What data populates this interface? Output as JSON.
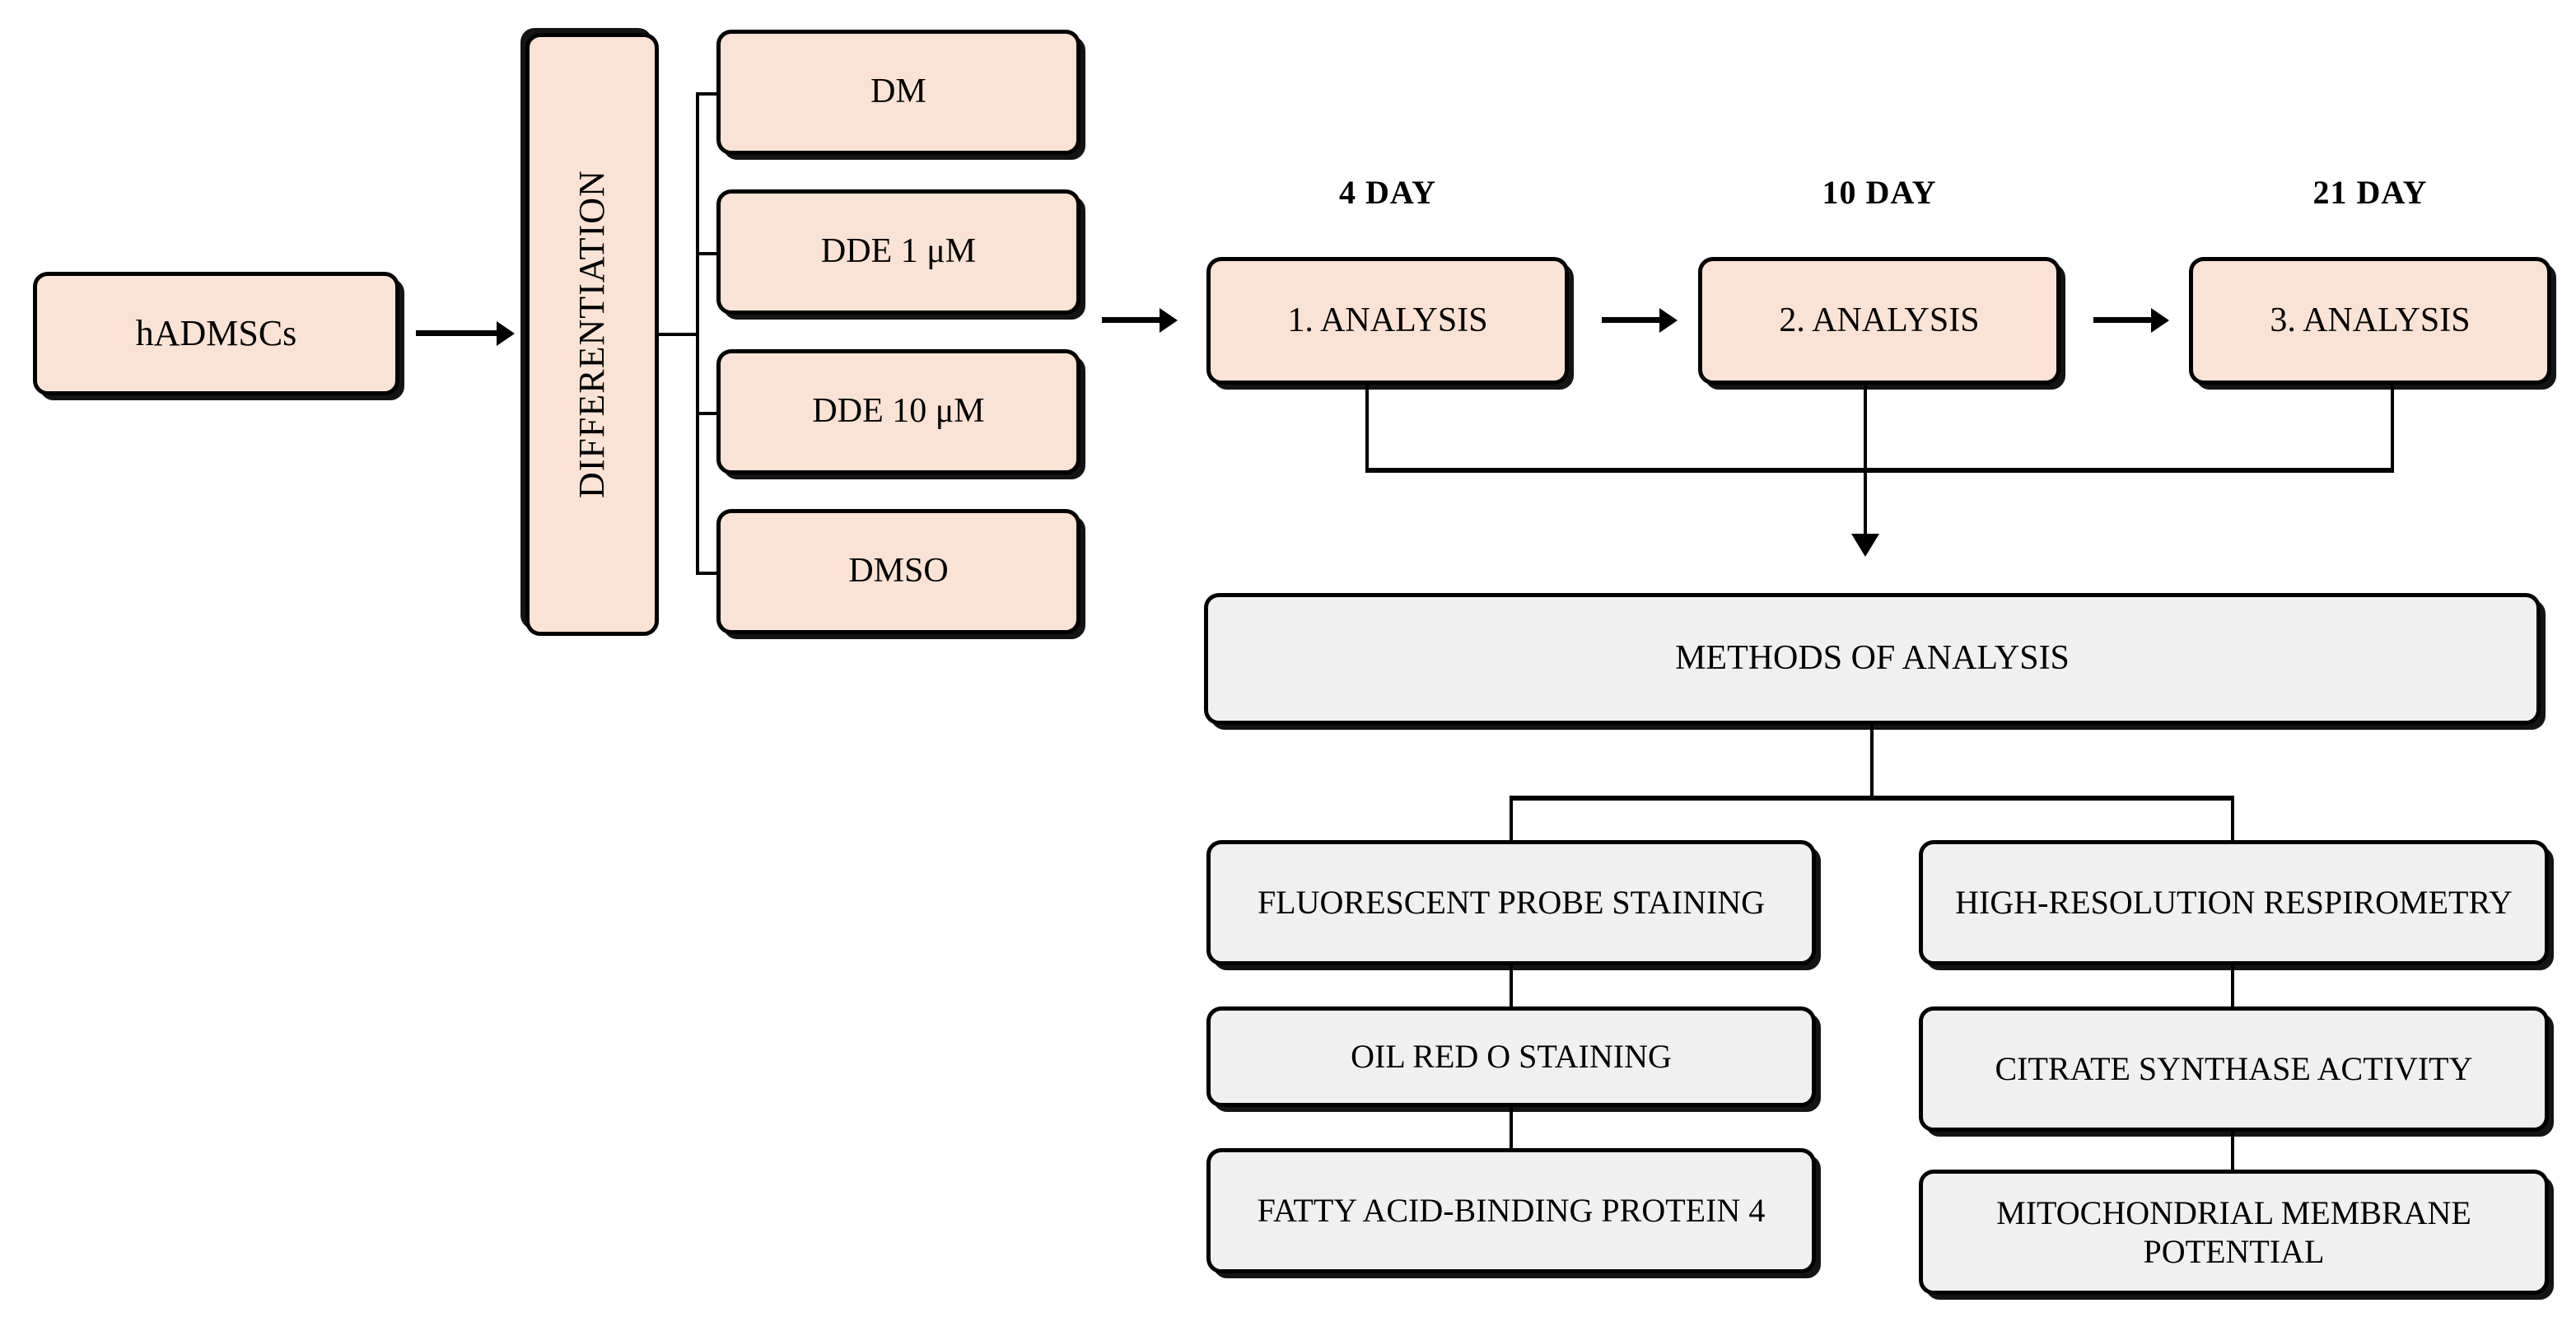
{
  "diagram": {
    "title": "Experimental design flowchart",
    "colors": {
      "peach_fill": "#FAE3D5",
      "gray_fill": "#F0F0F0",
      "outline": "#000000"
    },
    "source_node": {
      "label": "hADMSCs"
    },
    "differentiation": {
      "label": "DIFFERENTIATION"
    },
    "treatments": [
      {
        "label": "DM"
      },
      {
        "label": "DDE 1 μM"
      },
      {
        "label": "DDE 10 μM"
      },
      {
        "label": "DMSO"
      }
    ],
    "timepoints": [
      {
        "day_label": "4 DAY",
        "analysis_label": "1. ANALYSIS"
      },
      {
        "day_label": "10 DAY",
        "analysis_label": "2. ANALYSIS"
      },
      {
        "day_label": "21 DAY",
        "analysis_label": "3. ANALYSIS"
      }
    ],
    "methods_header": {
      "label": "METHODS OF ANALYSIS"
    },
    "methods_left": [
      {
        "label": "FLUORESCENT PROBE STAINING"
      },
      {
        "label": "OIL RED O STAINING"
      },
      {
        "label": "FATTY ACID-BINDING PROTEIN 4"
      }
    ],
    "methods_right": [
      {
        "label": "HIGH-RESOLUTION RESPIROMETRY"
      },
      {
        "label": "CITRATE SYNTHASE ACTIVITY"
      },
      {
        "label": "MITOCHONDRIAL MEMBRANE POTENTIAL"
      }
    ]
  }
}
